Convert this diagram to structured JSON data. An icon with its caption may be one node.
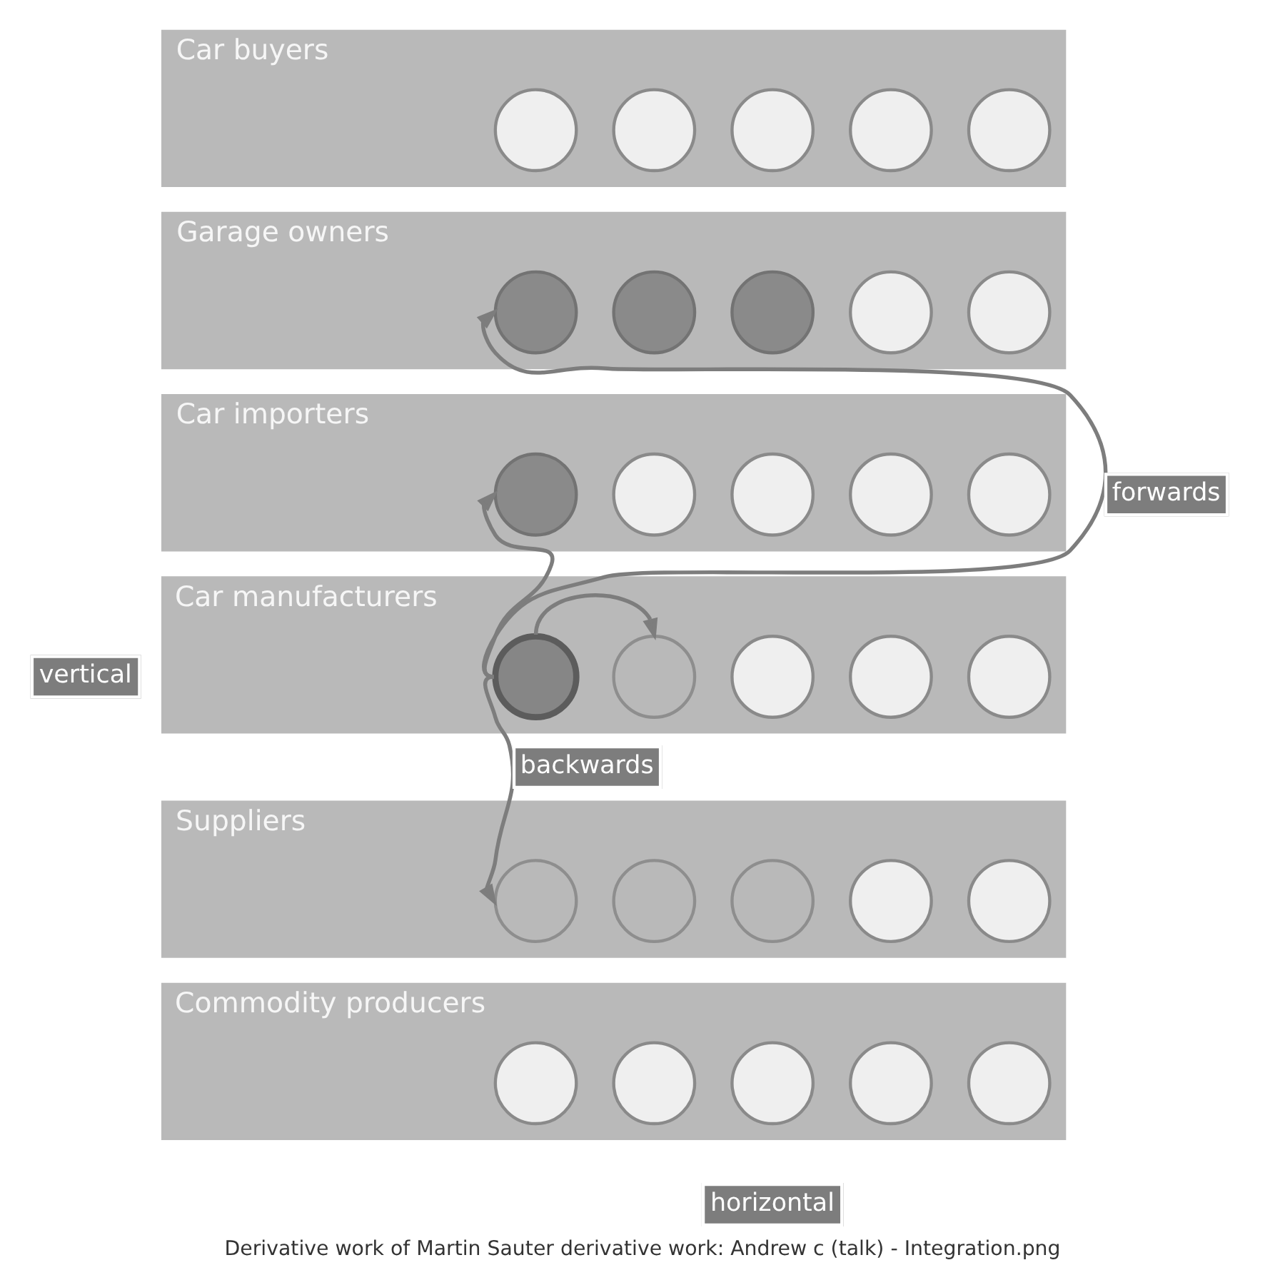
{
  "diagram": {
    "caption": "Derivative work of Martin Sauter derivative work: Andrew c (talk) - Integration.png",
    "nodes": [
      {
        "text": [
          "Car buyers"
        ]
      },
      {
        "text": [],
        "shape": "circle",
        "in": 0
      },
      {
        "text": [],
        "shape": "circle",
        "in": 0
      },
      {
        "text": [],
        "shape": "circle",
        "in": 0
      },
      {
        "text": [],
        "shape": "circle",
        "in": 0
      },
      {
        "text": [],
        "shape": "circle",
        "in": 0
      },
      {
        "text": [
          "Garage owners"
        ]
      },
      {
        "text": [],
        "shape": "circle",
        "in": 6
      },
      {
        "text": [],
        "shape": "circle",
        "in": 6
      },
      {
        "text": [],
        "shape": "circle",
        "in": 6
      },
      {
        "text": [],
        "shape": "circle",
        "in": 6
      },
      {
        "text": [],
        "shape": "circle",
        "in": 6
      },
      {
        "text": [
          "Car importers"
        ]
      },
      {
        "text": [],
        "shape": "circle",
        "in": 12
      },
      {
        "text": [],
        "shape": "circle",
        "in": 12
      },
      {
        "text": [],
        "shape": "circle",
        "in": 12
      },
      {
        "text": [],
        "shape": "circle",
        "in": 12
      },
      {
        "text": [],
        "shape": "circle",
        "in": 12
      },
      {
        "text": [
          "Car manufacturers"
        ]
      },
      {
        "text": [],
        "shape": "circle",
        "in": 18
      },
      {
        "text": [],
        "shape": "circle",
        "in": 18
      },
      {
        "text": [],
        "shape": "circle",
        "in": 18
      },
      {
        "text": [],
        "shape": "circle",
        "in": 18
      },
      {
        "text": [],
        "shape": "circle",
        "in": 18
      },
      {
        "text": [
          "Suppliers"
        ]
      },
      {
        "text": [],
        "shape": "circle",
        "in": 24
      },
      {
        "text": [],
        "shape": "circle",
        "in": 24
      },
      {
        "text": [],
        "shape": "circle",
        "in": 24
      },
      {
        "text": [],
        "shape": "circle",
        "in": 24
      },
      {
        "text": [],
        "shape": "circle",
        "in": 24
      },
      {
        "text": [
          "Commodity producers"
        ]
      },
      {
        "text": [],
        "shape": "circle",
        "in": 30
      },
      {
        "text": [],
        "shape": "circle",
        "in": 30
      },
      {
        "text": [],
        "shape": "circle",
        "in": 30
      },
      {
        "text": [],
        "shape": "circle",
        "in": 30
      },
      {
        "text": [],
        "shape": "circle",
        "in": 30
      }
    ],
    "edges": [
      {
        "from": 19,
        "to": 7,
        "arrow": "to",
        "label": "forwards"
      },
      {
        "from": 19,
        "to": 13,
        "arrow": "to"
      },
      {
        "from": 19,
        "to": 20,
        "arrow": "to"
      },
      {
        "from": 19,
        "to": 25,
        "arrow": "to",
        "label": "backwards"
      }
    ],
    "labels": [
      "vertical",
      "horizontal"
    ]
  }
}
